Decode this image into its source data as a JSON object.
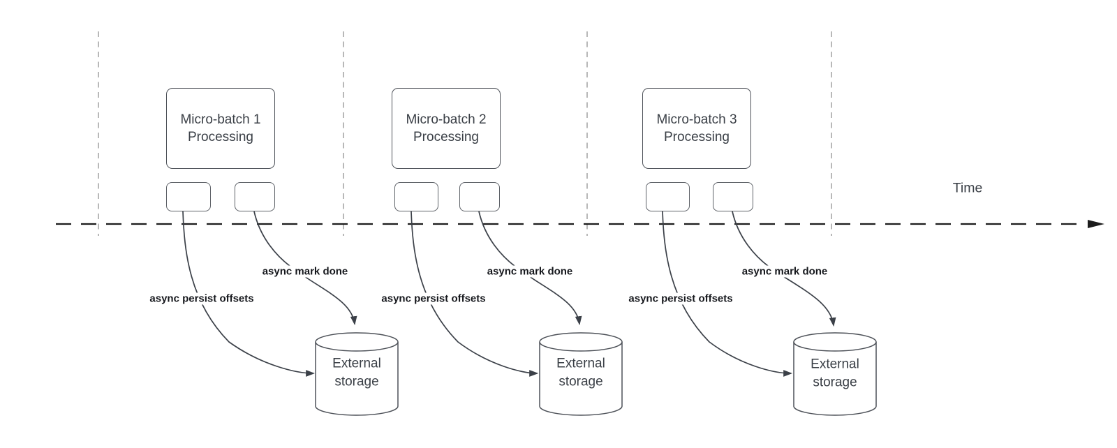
{
  "colors": {
    "background": "#ffffff",
    "node_border": "#4d5158",
    "edge_stroke": "#3b4048",
    "guide_line": "#a6a6a6",
    "time_axis": "#1c1c1c",
    "node_text": "#3a3f46",
    "edge_label_text": "#15171c"
  },
  "time_axis": {
    "label": "Time"
  },
  "batches": [
    {
      "name": "Micro-batch 1 Processing",
      "persist_edge_label": "async persist offsets",
      "mark_done_edge_label": "async mark done",
      "storage_label": "External storage"
    },
    {
      "name": "Micro-batch 2 Processing",
      "persist_edge_label": "async persist offsets",
      "mark_done_edge_label": "async mark done",
      "storage_label": "External storage"
    },
    {
      "name": "Micro-batch 3 Processing",
      "persist_edge_label": "async persist offsets",
      "mark_done_edge_label": "async mark done",
      "storage_label": "External storage"
    }
  ]
}
